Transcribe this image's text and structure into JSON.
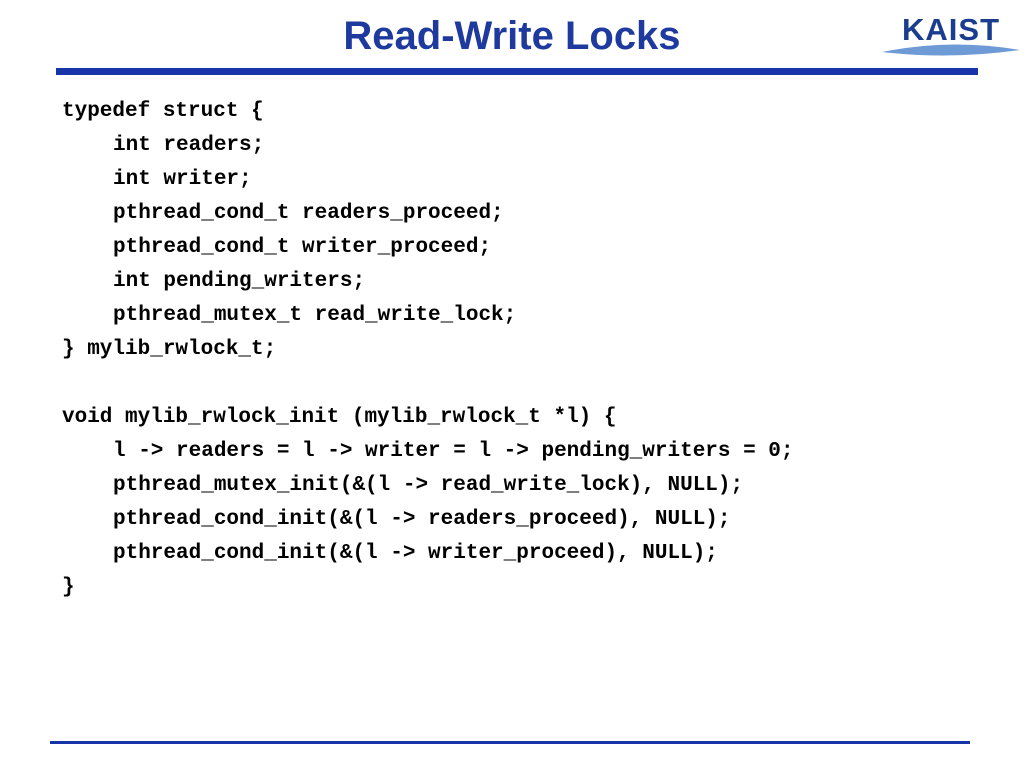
{
  "slide": {
    "title": "Read-Write Locks",
    "logo_text": "KAIST",
    "colors": {
      "title": "#1f3a9e",
      "rule": "#1735a8",
      "logo": "#1a3d8f",
      "logo_swoosh": "#6e9ad6"
    }
  },
  "code": {
    "lines": [
      "typedef struct {",
      "int readers;",
      "int writer;",
      "pthread_cond_t readers_proceed;",
      "pthread_cond_t writer_proceed;",
      "int pending_writers;",
      "pthread_mutex_t read_write_lock;",
      "} mylib_rwlock_t;",
      "",
      "void mylib_rwlock_init (mylib_rwlock_t *l) {",
      "l -> readers = l -> writer = l -> pending_writers = 0;",
      "pthread_mutex_init(&(l -> read_write_lock), NULL);",
      "pthread_cond_init(&(l -> readers_proceed), NULL);",
      "pthread_cond_init(&(l -> writer_proceed), NULL);",
      "}"
    ]
  }
}
